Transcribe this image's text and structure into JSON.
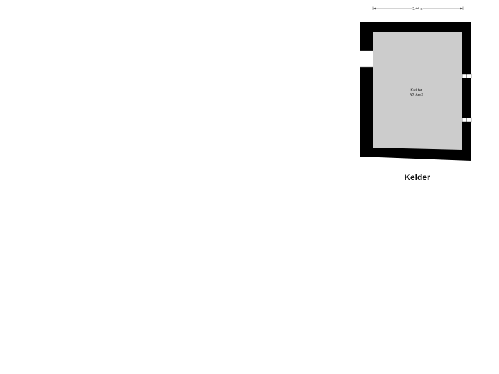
{
  "floor": {
    "title": "Kelder",
    "dimension_top": "5.44 m",
    "rooms": [
      {
        "name": "Kelder",
        "area": "37.8m2"
      }
    ]
  },
  "colors": {
    "wall": "#000000",
    "floor_fill": "#cccccc",
    "dimension_line": "#555555"
  }
}
